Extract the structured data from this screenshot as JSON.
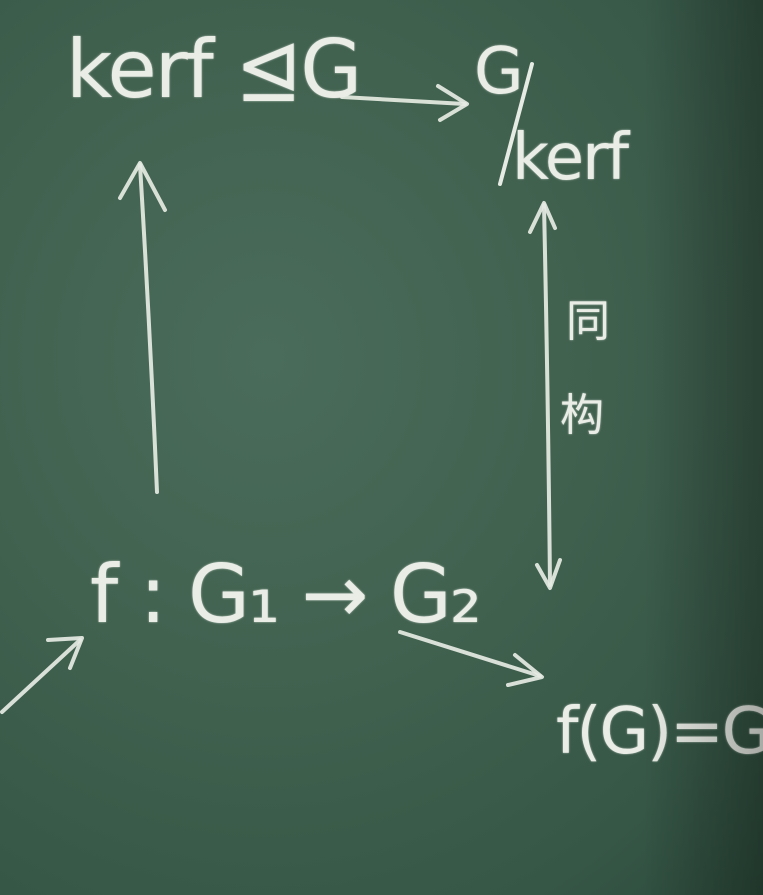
{
  "nodes": {
    "kernel_normal": "kerf ⊴G",
    "quotient_top": "G",
    "quotient_bottom": "kerf",
    "hom_map": "f : G₁ → G₂",
    "image": "f(G)=G'"
  },
  "edge_labels": {
    "isomorphism": [
      "同",
      "构"
    ]
  }
}
